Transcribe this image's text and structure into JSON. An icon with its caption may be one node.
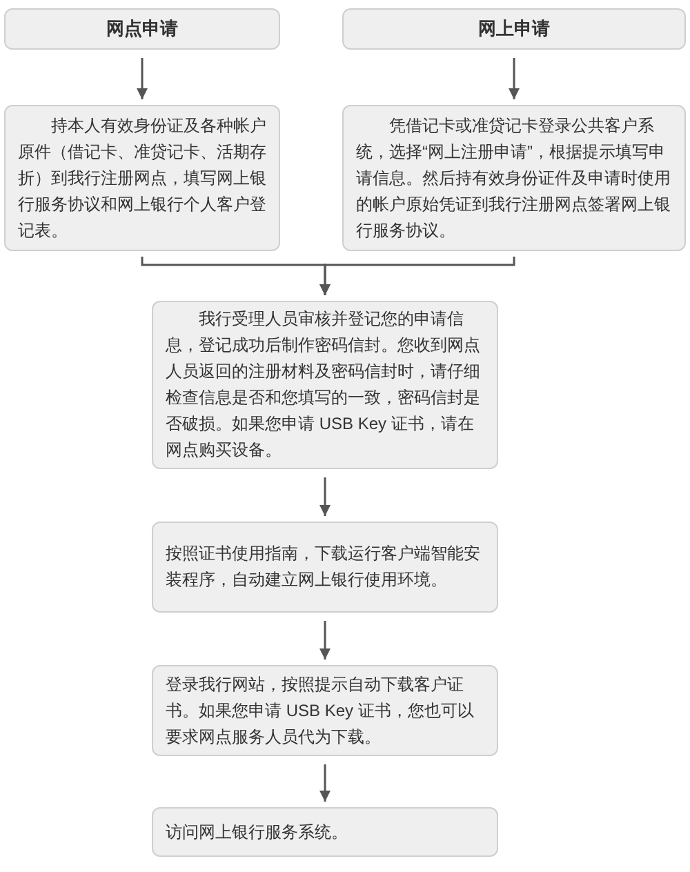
{
  "diagram": {
    "nodes": [
      {
        "text": [
          "网点申请"
        ]
      },
      {
        "text": [
          "网上申请"
        ]
      },
      {
        "text": [
          "持本人有效身份证及各种帐户原件（借记卡、准贷记卡、活期存折）到我行注册网点，填写网上银行服务协议和网上银行个人客户登记表。"
        ]
      },
      {
        "text": [
          "凭借记卡或准贷记卡登录公共客户系统，选择“网上注册申请”，根据提示填写申请信息。然后持有效身份证件及申请时使用的帐户原始凭证到我行注册网点签署网上银行服务协议。"
        ]
      },
      {
        "text": [
          "我行受理人员审核并登记您的申请信息，登记成功后制作密码信封。您收到网点人员返回的注册材料及密码信封时，请仔细检查信息是否和您填写的一致，密码信封是否破损。如果您申请 USB Key 证书，请在网点购买设备。"
        ]
      },
      {
        "text": [
          "按照证书使用指南，下载运行客户端智能安装程序，自动建立网上银行使用环境。"
        ]
      },
      {
        "text": [
          "登录我行网站，按照提示自动下载客户证书。如果您申请 USB Key 证书，您也可以要求网点服务人员代为下载。"
        ]
      },
      {
        "text": [
          "访问网上银行服务系统。"
        ]
      }
    ],
    "edges": [
      {
        "from": 0,
        "to": 2,
        "arrow": "to"
      },
      {
        "from": 1,
        "to": 3,
        "arrow": "to"
      },
      {
        "from": 2,
        "to": 4,
        "arrow": "to"
      },
      {
        "from": 3,
        "to": 4,
        "arrow": "to"
      },
      {
        "from": 4,
        "to": 5,
        "arrow": "to"
      },
      {
        "from": 5,
        "to": 6,
        "arrow": "to"
      },
      {
        "from": 6,
        "to": 7,
        "arrow": "to"
      }
    ]
  }
}
